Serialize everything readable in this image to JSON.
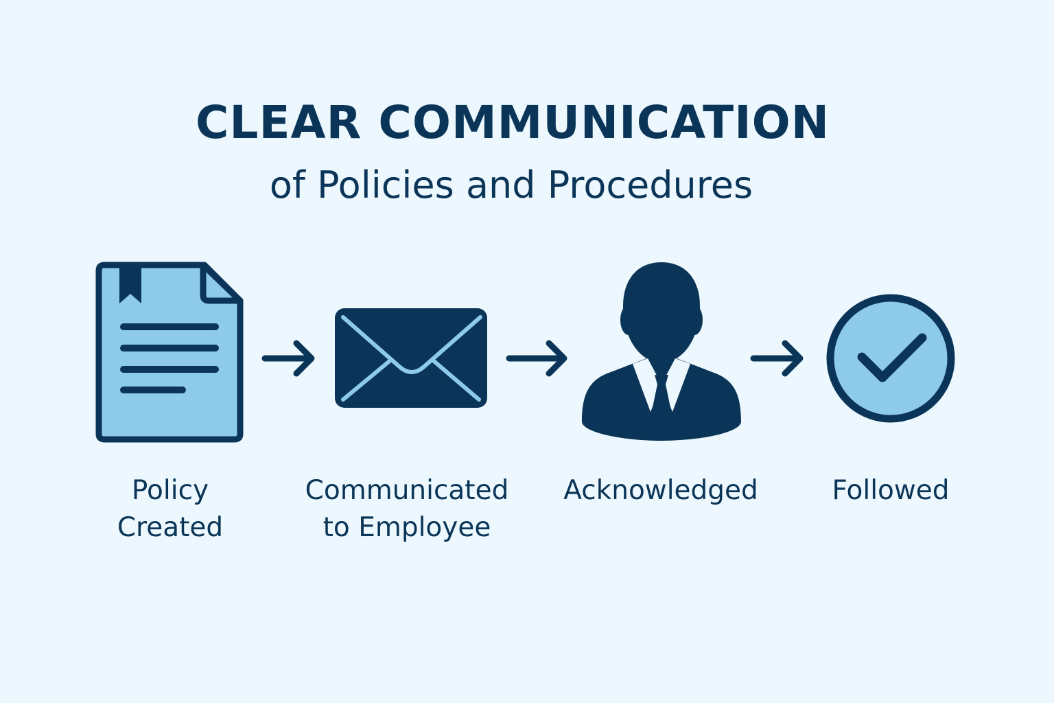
{
  "title": "CLEAR COMMUNICATION",
  "subtitle": "of Policies and Procedures",
  "colors": {
    "background": "#ecf8fd",
    "dark": "#0b3558",
    "light": "#8ecbeb"
  },
  "steps": [
    {
      "icon": "document-icon",
      "label_line1": "Policy",
      "label_line2": "Created"
    },
    {
      "icon": "envelope-icon",
      "label_line1": "Communicated",
      "label_line2": "to Employee"
    },
    {
      "icon": "person-icon",
      "label_line1": "Acknowledged",
      "label_line2": ""
    },
    {
      "icon": "checkmark-circle-icon",
      "label_line1": "Followed",
      "label_line2": ""
    }
  ],
  "connectors": [
    "arrow-right-icon",
    "arrow-right-icon",
    "arrow-right-icon"
  ]
}
